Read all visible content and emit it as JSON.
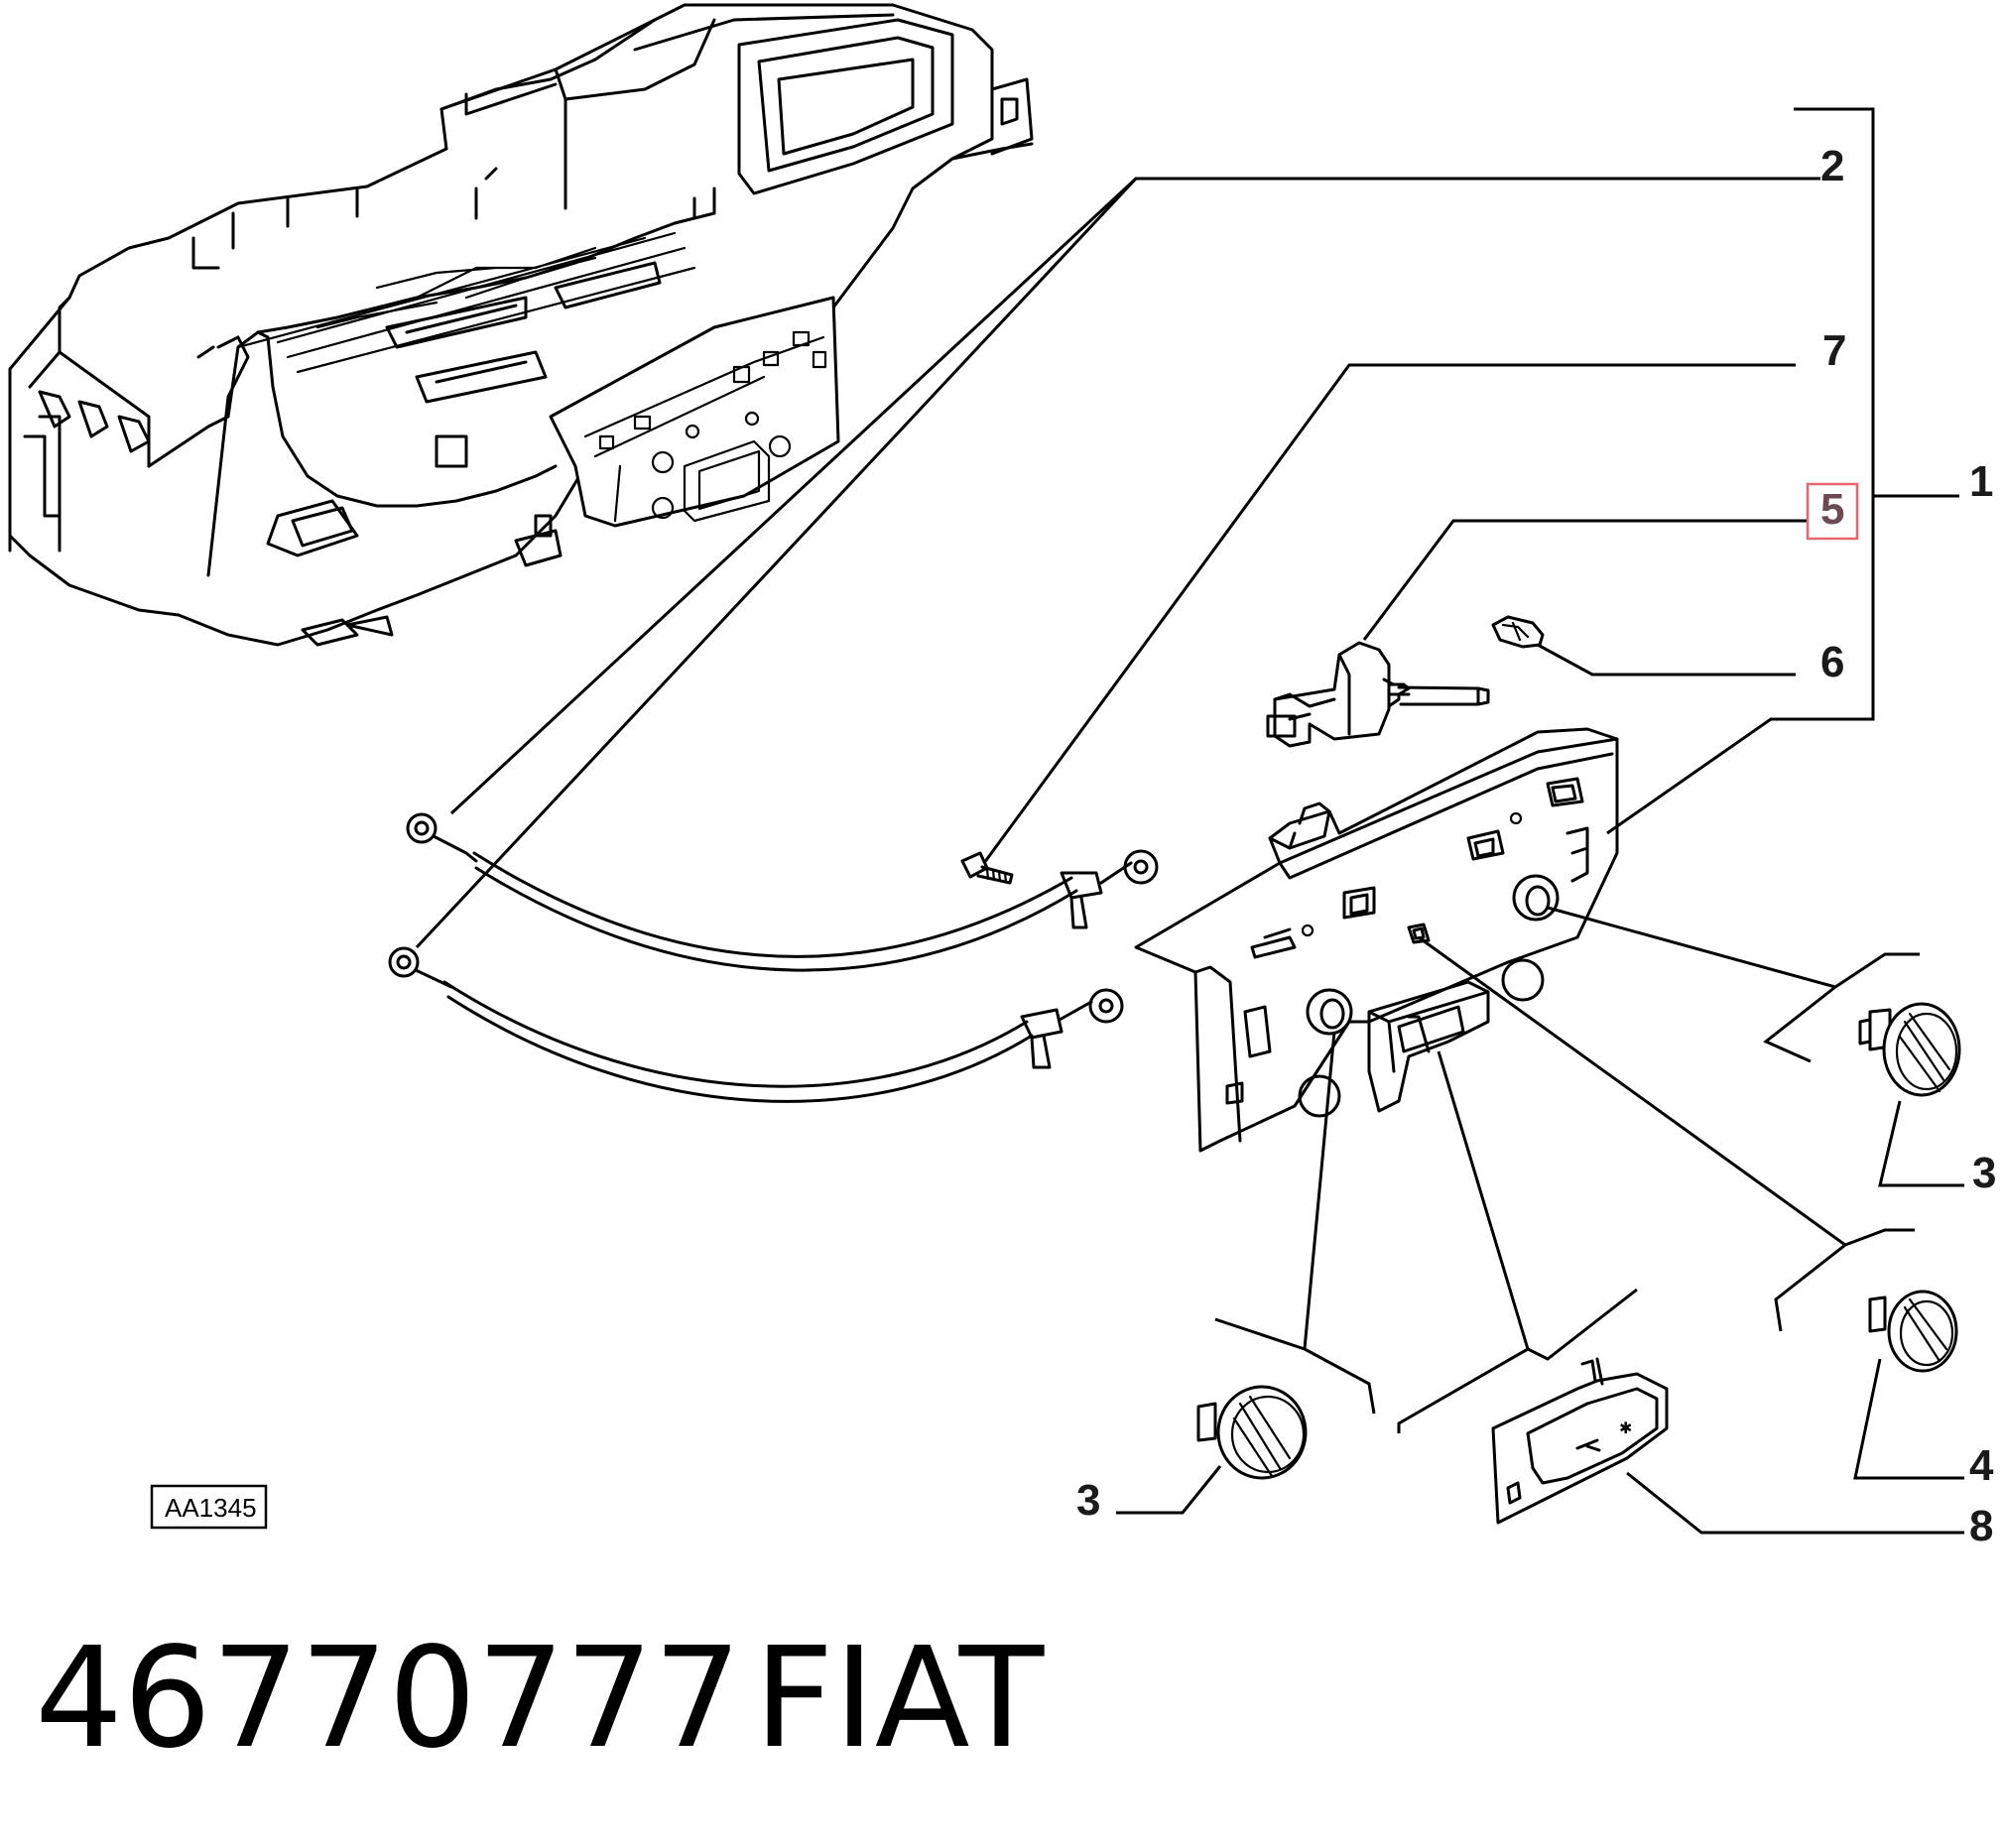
{
  "diagram": {
    "callouts": [
      {
        "id": "c2",
        "text": "2"
      },
      {
        "id": "c7",
        "text": "7"
      },
      {
        "id": "c1",
        "text": "1"
      },
      {
        "id": "c5",
        "text": "5",
        "highlighted": true
      },
      {
        "id": "c6",
        "text": "6"
      },
      {
        "id": "c3a",
        "text": "3"
      },
      {
        "id": "c3b",
        "text": "3"
      },
      {
        "id": "c4",
        "text": "4"
      },
      {
        "id": "c8",
        "text": "8"
      }
    ],
    "drawing_code": "AA1345",
    "highlight_color": "#e8646e"
  },
  "footer": {
    "part_number": "46770777",
    "brand": "FIAT"
  }
}
